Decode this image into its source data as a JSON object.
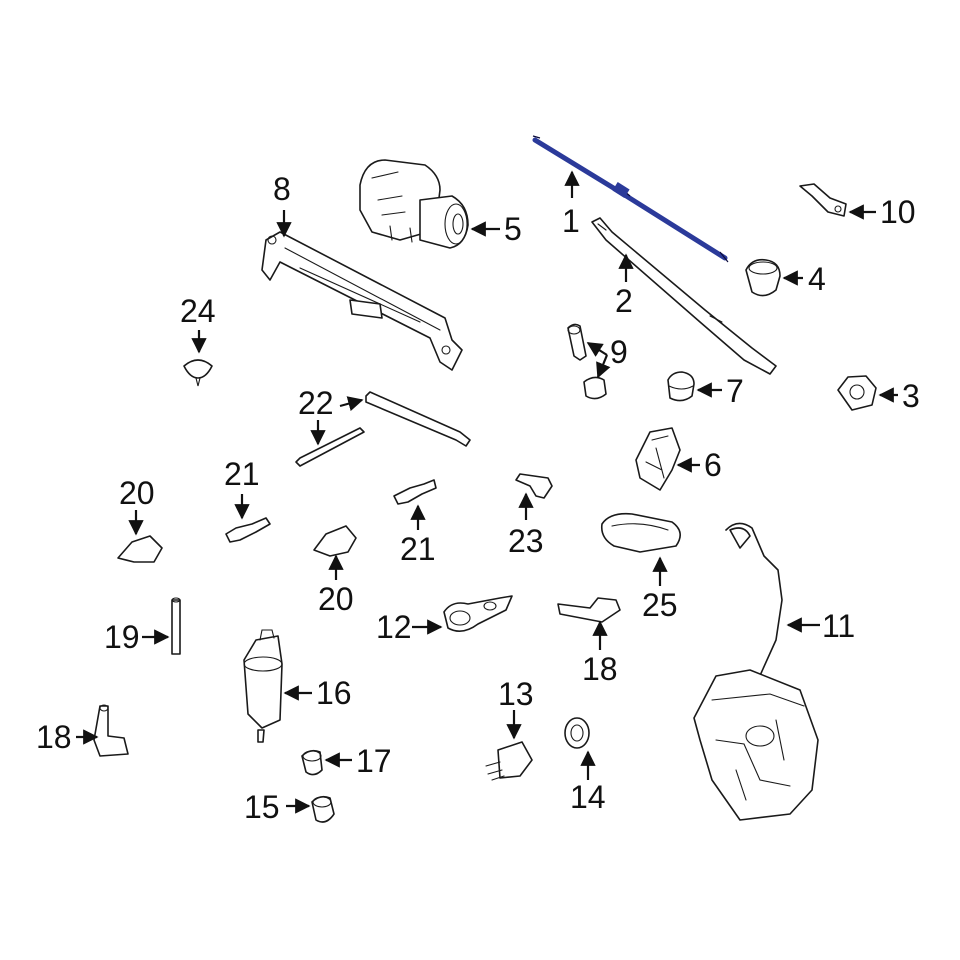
{
  "diagram": {
    "highlight_color": "#2b3a9a",
    "callouts": {
      "c1": "1",
      "c2": "2",
      "c3": "3",
      "c4": "4",
      "c5": "5",
      "c6": "6",
      "c7": "7",
      "c8": "8",
      "c9": "9",
      "c10": "10",
      "c11": "11",
      "c12": "12",
      "c13": "13",
      "c14": "14",
      "c15": "15",
      "c16": "16",
      "c17": "17",
      "c18a": "18",
      "c18b": "18",
      "c19": "19",
      "c20a": "20",
      "c20b": "20",
      "c21a": "21",
      "c21b": "21",
      "c22": "22",
      "c23": "23",
      "c24": "24",
      "c25": "25"
    }
  }
}
